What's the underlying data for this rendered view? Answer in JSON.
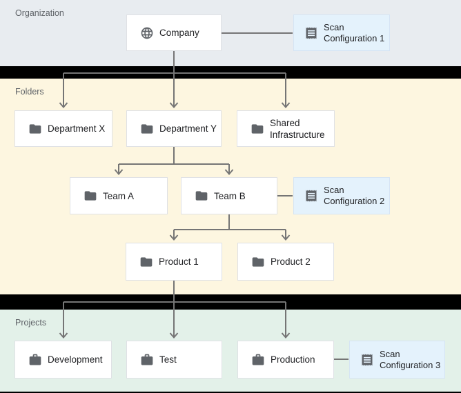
{
  "sections": {
    "organization": {
      "label": "Organization"
    },
    "folders": {
      "label": "Folders"
    },
    "projects": {
      "label": "Projects"
    }
  },
  "nodes": {
    "company": {
      "label": "Company",
      "icon": "globe-icon"
    },
    "scan_config_1": {
      "label": "Scan Configuration 1",
      "icon": "receipt-icon"
    },
    "department_x": {
      "label": "Department X",
      "icon": "folder-icon"
    },
    "department_y": {
      "label": "Department Y",
      "icon": "folder-icon"
    },
    "shared_infrastructure": {
      "label": "Shared Infrastructure",
      "icon": "folder-icon"
    },
    "team_a": {
      "label": "Team A",
      "icon": "folder-icon"
    },
    "team_b": {
      "label": "Team B",
      "icon": "folder-icon"
    },
    "scan_config_2": {
      "label": "Scan Configuration 2",
      "icon": "receipt-icon"
    },
    "product_1": {
      "label": "Product 1",
      "icon": "folder-icon"
    },
    "product_2": {
      "label": "Product 2",
      "icon": "folder-icon"
    },
    "development": {
      "label": "Development",
      "icon": "briefcase-icon"
    },
    "test": {
      "label": "Test",
      "icon": "briefcase-icon"
    },
    "production": {
      "label": "Production",
      "icon": "briefcase-icon"
    },
    "scan_config_3": {
      "label": "Scan Configuration 3",
      "icon": "receipt-icon"
    }
  },
  "edges": [
    {
      "from": "company",
      "to": "department_x",
      "type": "arrow"
    },
    {
      "from": "company",
      "to": "department_y",
      "type": "arrow"
    },
    {
      "from": "company",
      "to": "shared_infrastructure",
      "type": "arrow"
    },
    {
      "from": "company",
      "to": "scan_config_1",
      "type": "attachment"
    },
    {
      "from": "department_y",
      "to": "team_a",
      "type": "arrow"
    },
    {
      "from": "department_y",
      "to": "team_b",
      "type": "arrow"
    },
    {
      "from": "team_b",
      "to": "scan_config_2",
      "type": "attachment"
    },
    {
      "from": "team_b",
      "to": "product_1",
      "type": "arrow"
    },
    {
      "from": "team_b",
      "to": "product_2",
      "type": "arrow"
    },
    {
      "from": "product_1",
      "to": "development",
      "type": "arrow"
    },
    {
      "from": "product_1",
      "to": "test",
      "type": "arrow"
    },
    {
      "from": "product_1",
      "to": "production",
      "type": "arrow"
    },
    {
      "from": "production",
      "to": "scan_config_3",
      "type": "attachment"
    }
  ],
  "colors": {
    "background": "#000000",
    "organization_band": "#e8ecf0",
    "folders_band": "#fdf6e0",
    "projects_band": "#e3f1e9",
    "scan_config_fill": "#e4f2fc",
    "scan_config_border": "#d5e4f4",
    "node_border": "#dfe1e5",
    "node_text": "#202124",
    "label_text": "#5f6368",
    "icon": "#5f6368",
    "line": "#757575"
  }
}
